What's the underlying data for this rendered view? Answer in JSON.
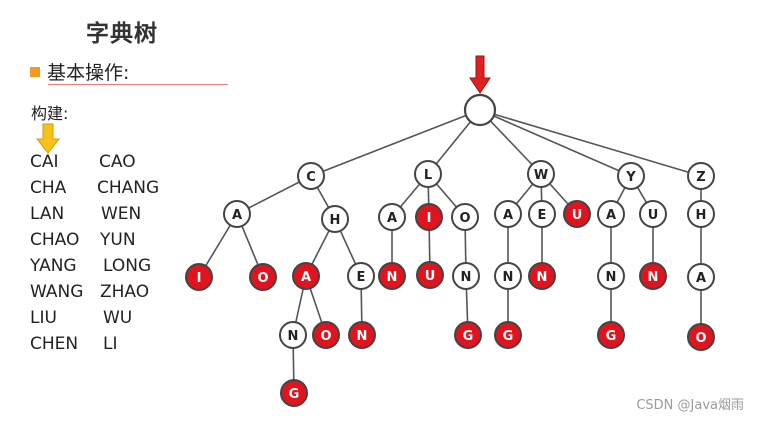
{
  "title": "字典树",
  "bullet": "基本操作:",
  "build_label": "构建:",
  "words": {
    "left": [
      "CAI",
      "CHA",
      "LAN",
      "CHAO",
      "YANG",
      "WANG",
      "LIU",
      "CHEN"
    ],
    "right": [
      "CAO",
      "CHANG",
      "WEN",
      "YUN",
      "LONG",
      "ZHAO",
      "WU",
      "LI"
    ]
  },
  "colors": {
    "accent": "#f39a1e",
    "arrow_red": "#e02020",
    "node_red": "#e0141e",
    "arrow_yellow": "#f7c21a"
  },
  "tree": {
    "nodes": [
      {
        "id": "root",
        "label": "",
        "end": false
      },
      {
        "id": "C",
        "label": "C",
        "end": false
      },
      {
        "id": "L",
        "label": "L",
        "end": false
      },
      {
        "id": "W",
        "label": "W",
        "end": false
      },
      {
        "id": "Y",
        "label": "Y",
        "end": false
      },
      {
        "id": "Z",
        "label": "Z",
        "end": false
      },
      {
        "id": "CA",
        "label": "A",
        "end": false
      },
      {
        "id": "CH",
        "label": "H",
        "end": false
      },
      {
        "id": "LA",
        "label": "A",
        "end": false
      },
      {
        "id": "LI",
        "label": "I",
        "end": true
      },
      {
        "id": "LO",
        "label": "O",
        "end": false
      },
      {
        "id": "WA",
        "label": "A",
        "end": false
      },
      {
        "id": "WE",
        "label": "E",
        "end": false
      },
      {
        "id": "WU",
        "label": "U",
        "end": true
      },
      {
        "id": "YA",
        "label": "A",
        "end": false
      },
      {
        "id": "YU",
        "label": "U",
        "end": false
      },
      {
        "id": "ZH",
        "label": "H",
        "end": false
      },
      {
        "id": "CAI",
        "label": "I",
        "end": true
      },
      {
        "id": "CAO",
        "label": "O",
        "end": true
      },
      {
        "id": "CHA",
        "label": "A",
        "end": true
      },
      {
        "id": "CHE",
        "label": "E",
        "end": false
      },
      {
        "id": "LAN",
        "label": "N",
        "end": true
      },
      {
        "id": "LIU",
        "label": "U",
        "end": true
      },
      {
        "id": "LON",
        "label": "N",
        "end": false
      },
      {
        "id": "WAN",
        "label": "N",
        "end": false
      },
      {
        "id": "WEN",
        "label": "N",
        "end": true
      },
      {
        "id": "YAN",
        "label": "N",
        "end": false
      },
      {
        "id": "YUN",
        "label": "N",
        "end": true
      },
      {
        "id": "ZHA",
        "label": "A",
        "end": false
      },
      {
        "id": "CHAN",
        "label": "N",
        "end": false
      },
      {
        "id": "CHAO",
        "label": "O",
        "end": true
      },
      {
        "id": "CHEN",
        "label": "N",
        "end": true
      },
      {
        "id": "LONG",
        "label": "G",
        "end": true
      },
      {
        "id": "WANG",
        "label": "G",
        "end": true
      },
      {
        "id": "YANG",
        "label": "G",
        "end": true
      },
      {
        "id": "ZHAO",
        "label": "O",
        "end": true
      },
      {
        "id": "CHANG",
        "label": "G",
        "end": true
      }
    ],
    "edges": [
      [
        "root",
        "C"
      ],
      [
        "root",
        "L"
      ],
      [
        "root",
        "W"
      ],
      [
        "root",
        "Y"
      ],
      [
        "root",
        "Z"
      ],
      [
        "C",
        "CA"
      ],
      [
        "C",
        "CH"
      ],
      [
        "L",
        "LA"
      ],
      [
        "L",
        "LI"
      ],
      [
        "L",
        "LO"
      ],
      [
        "W",
        "WA"
      ],
      [
        "W",
        "WE"
      ],
      [
        "W",
        "WU"
      ],
      [
        "Y",
        "YA"
      ],
      [
        "Y",
        "YU"
      ],
      [
        "Z",
        "ZH"
      ],
      [
        "CA",
        "CAI"
      ],
      [
        "CA",
        "CAO"
      ],
      [
        "CH",
        "CHA"
      ],
      [
        "CH",
        "CHE"
      ],
      [
        "LA",
        "LAN"
      ],
      [
        "LI",
        "LIU"
      ],
      [
        "LO",
        "LON"
      ],
      [
        "WA",
        "WAN"
      ],
      [
        "WE",
        "WEN"
      ],
      [
        "YA",
        "YAN"
      ],
      [
        "YU",
        "YUN"
      ],
      [
        "ZH",
        "ZHA"
      ],
      [
        "CHA",
        "CHAN"
      ],
      [
        "CHA",
        "CHAO"
      ],
      [
        "CHE",
        "CHEN"
      ],
      [
        "LON",
        "LONG"
      ],
      [
        "WAN",
        "WANG"
      ],
      [
        "YAN",
        "YANG"
      ],
      [
        "ZHA",
        "ZHAO"
      ],
      [
        "CHAN",
        "CHANG"
      ]
    ]
  },
  "watermark": "CSDN @Java烟雨"
}
